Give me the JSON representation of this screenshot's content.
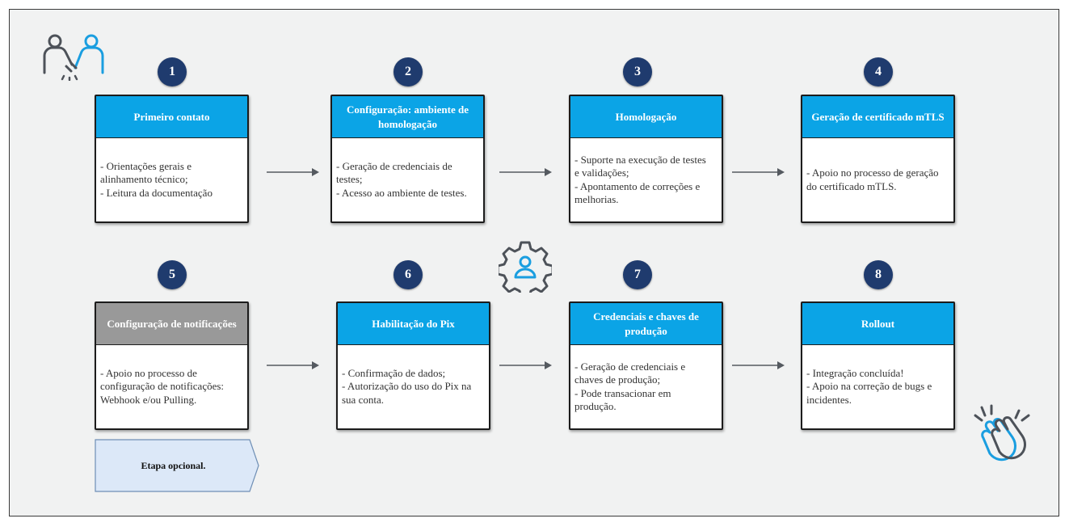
{
  "steps": [
    {
      "num": "1",
      "title": "Primeiro contato",
      "body": "- Orientações gerais e\nalinhamento técnico;\n- Leitura da documentação"
    },
    {
      "num": "2",
      "title": "Configuração: ambiente de homologação",
      "body": "- Geração de credenciais de\ntestes;\n- Acesso ao ambiente de testes."
    },
    {
      "num": "3",
      "title": "Homologação",
      "body": "- Suporte na execução de testes\ne validações;\n- Apontamento de correções e\nmelhorias."
    },
    {
      "num": "4",
      "title": "Geração de certificado mTLS",
      "body": "- Apoio no processo de geração\ndo certificado mTLS."
    },
    {
      "num": "5",
      "title": "Configuração de notificações",
      "body": "- Apoio no processo de\nconfiguração de notificações:\nWebhook e/ou Pulling."
    },
    {
      "num": "6",
      "title": "Habilitação do Pix",
      "body": "- Confirmação de dados;\n- Autorização do uso do Pix na\nsua conta."
    },
    {
      "num": "7",
      "title": "Credenciais e chaves de produção",
      "body": " - Geração de credenciais e\nchaves de produção;\n - Pode transacionar em\nprodução."
    },
    {
      "num": "8",
      "title": "Rollout",
      "body": "- Integração concluída!\n- Apoio na correção de bugs e\nincidentes."
    }
  ],
  "legend": {
    "optional_label": "Etapa opcional."
  },
  "colors": {
    "header_blue": "#0ba4e6",
    "header_gray": "#999999",
    "circle_navy": "#1f3b6e",
    "legend_fill": "#dce8f8",
    "background": "#f1f2f2"
  },
  "icons": [
    "handshake-people-icon",
    "gear-user-icon",
    "clapping-hands-icon"
  ]
}
